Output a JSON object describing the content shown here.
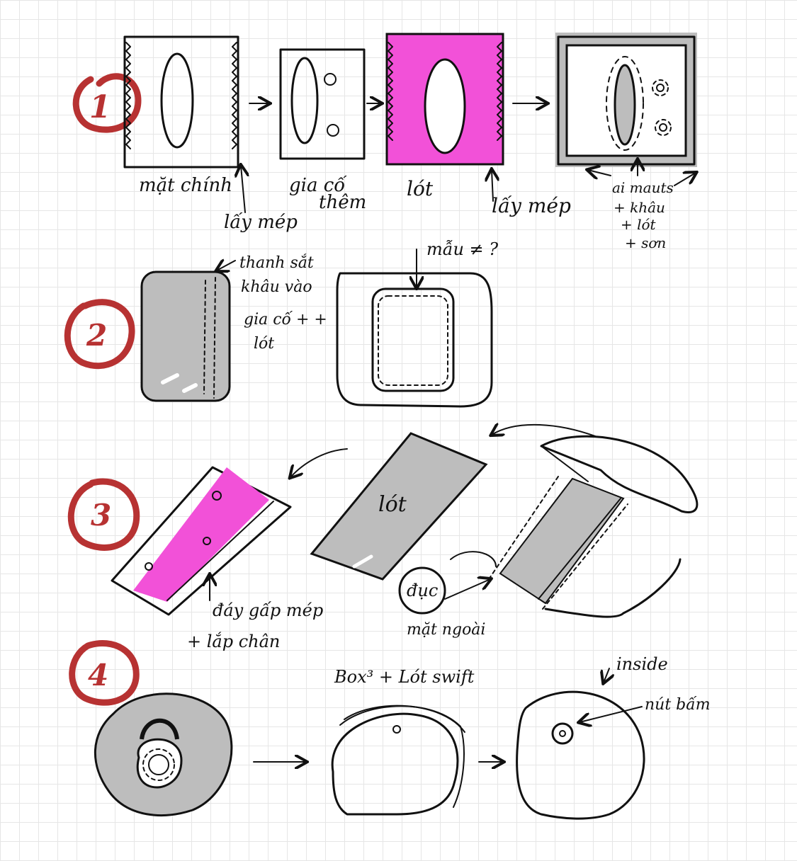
{
  "colors": {
    "ink": "#111111",
    "red_circle": "#b73232",
    "pink": "#f251d8",
    "grey": "#bdbdbd",
    "grid": "#e6e6e6"
  },
  "steps": {
    "s1": "1",
    "s2": "2",
    "s3": "3",
    "s4": "4"
  },
  "row1": {
    "label_mat_chinh": "mặt chính",
    "label_gia_co_line1": "gia cố",
    "label_gia_co_line2": "thêm",
    "label_lot": "lót",
    "label_lay_mep_1": "lấy mép",
    "label_lay_mep_2": "lấy mép",
    "note_line1": "ai mauts",
    "note_line2": "+ khâu",
    "note_line3": "+ lót",
    "note_line4": "+ sơn"
  },
  "row2": {
    "note_line1": "thanh sắt",
    "note_line2": "khâu vào",
    "note_line3": "gia cố + +",
    "note_line4": "lót",
    "question": "mẫu ≠ ?"
  },
  "row3": {
    "label_lot": "lót",
    "label_duc": "đục",
    "label_mat_ngoai": "mặt ngoài",
    "note_line1": "đáy gấp mép",
    "note_line2": "+ lắp chân"
  },
  "row4": {
    "box_title": "Box³ + Lót swift",
    "label_inside": "inside",
    "label_nut_bam": "nút bấm"
  }
}
